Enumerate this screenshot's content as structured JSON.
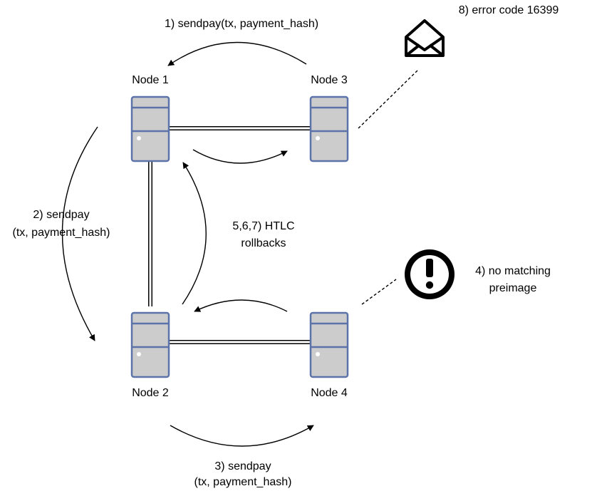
{
  "nodes": {
    "node1": "Node 1",
    "node2": "Node 2",
    "node3": "Node 3",
    "node4": "Node 4"
  },
  "steps": {
    "step1": "1) sendpay(tx, payment_hash)",
    "step2_line1": "2) sendpay",
    "step2_line2": "(tx, payment_hash)",
    "step3_line1": "3) sendpay",
    "step3_line2": "(tx, payment_hash)",
    "step4_line1": "4) no matching",
    "step4_line2": "preimage",
    "step567_line1": "5,6,7) HTLC",
    "step567_line2": "rollbacks",
    "step8": "8) error code 16399"
  },
  "icons": {
    "envelope": "open-envelope-icon",
    "alert": "exclamation-circle-icon"
  }
}
